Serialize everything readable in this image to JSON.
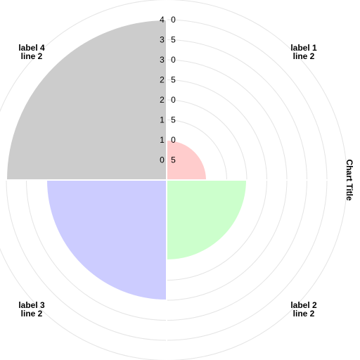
{
  "chart_data": {
    "type": "polar-area",
    "title": "Chart Title",
    "categories": [
      {
        "line1": "label 1",
        "line2": "line 2",
        "value": 10,
        "color": "#ffcccc"
      },
      {
        "line1": "label 2",
        "line2": "line 2",
        "value": 20,
        "color": "#ccffcc"
      },
      {
        "line1": "label 3",
        "line2": "line 2",
        "value": 30,
        "color": "#ccccff"
      },
      {
        "line1": "label 4",
        "line2": "line 2",
        "value": 40,
        "color": "#cccccc"
      }
    ],
    "rlim": [
      0,
      40
    ],
    "ticks": [
      "0 5",
      "1 0",
      "1 5",
      "2 0",
      "2 5",
      "3 0",
      "3 5",
      "4 0"
    ],
    "tick_values": [
      5,
      10,
      15,
      20,
      25,
      30,
      35,
      40
    ],
    "grid": true,
    "grid_color": "#e4e4e4",
    "legend": "none"
  }
}
